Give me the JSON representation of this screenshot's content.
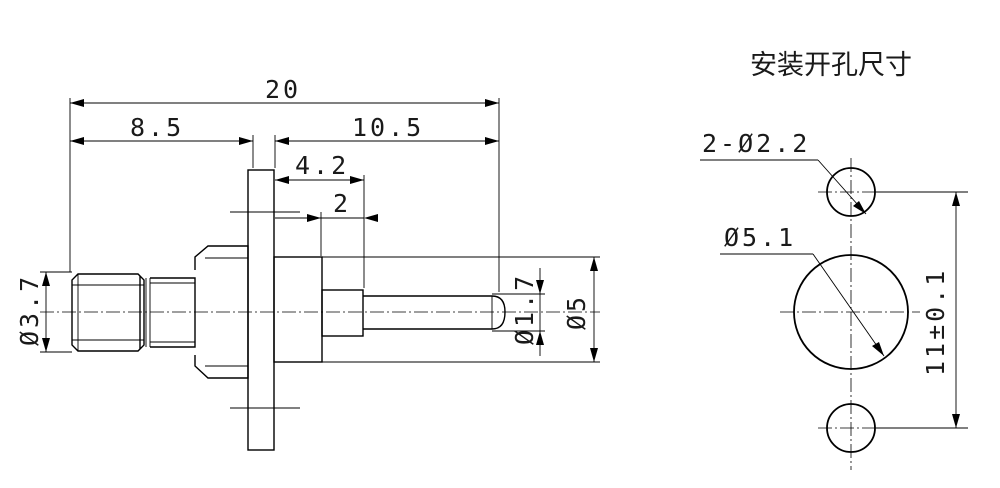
{
  "title": "安装开孔尺寸",
  "side_view": {
    "overall_length": "20",
    "left_length": "8.5",
    "right_length": "10.5",
    "step_length": "4.2",
    "pin_step": "2",
    "left_diameter": "Ø3.7",
    "pin_diameter": "Ø1.7",
    "body_diameter": "Ø5"
  },
  "hole_view": {
    "small_holes": "2-Ø2.2",
    "center_hole": "Ø5.1",
    "hole_spacing": "11±0.1"
  }
}
